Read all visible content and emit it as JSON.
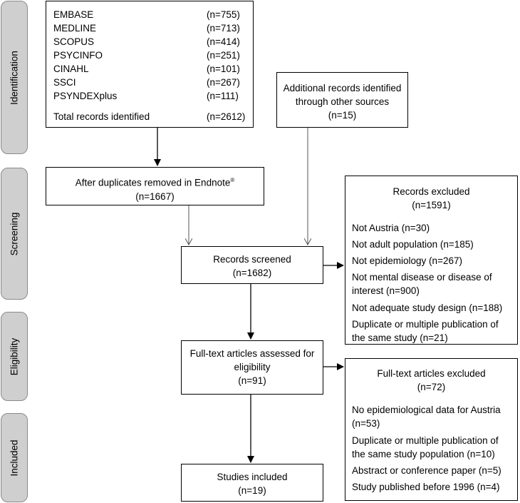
{
  "phases": {
    "identification": "Identification",
    "screening": "Screening",
    "eligibility": "Eligibility",
    "included": "Included"
  },
  "databases": [
    {
      "name": "EMBASE",
      "count": "(n=755)"
    },
    {
      "name": "MEDLINE",
      "count": "(n=713)"
    },
    {
      "name": "SCOPUS",
      "count": "(n=414)"
    },
    {
      "name": "PSYCINFO",
      "count": "(n=251)"
    },
    {
      "name": "CINAHL",
      "count": "(n=101)"
    },
    {
      "name": "SSCI",
      "count": "(n=267)"
    },
    {
      "name": "PSYNDEXplus",
      "count": "(n=111)"
    }
  ],
  "total": {
    "label": "Total records identified",
    "count": "(n=2612)"
  },
  "additional": {
    "line1": "Additional records identified",
    "line2": "through other sources",
    "count": "(n=15)"
  },
  "duplicates": {
    "text": "After duplicates removed in Endnote",
    "mark": "®",
    "count": "(n=1667)"
  },
  "screened": {
    "title": "Records screened",
    "count": "(n=1682)"
  },
  "records_excluded": {
    "title": "Records excluded",
    "count": "(n=1591)",
    "reasons": [
      "Not Austria (n=30)",
      "Not adult population (n=185)",
      "Not epidemiology (n=267)",
      "Not mental disease or disease of",
      "interest (n=900)",
      "Not adequate study design (n=188)",
      "Duplicate or multiple publication of",
      "the same study (n=21)"
    ]
  },
  "fulltext": {
    "line1": "Full-text articles assessed for",
    "line2": "eligibility",
    "count": "(n=91)"
  },
  "fulltext_excluded": {
    "title": "Full-text articles excluded",
    "count": "(n=72)",
    "reasons": [
      "No epidemiological data for Austria",
      "(n=53)",
      "Duplicate or multiple publication of",
      "the same study population (n=10)",
      "Abstract or conference paper (n=5)",
      "Study published before 1996 (n=4)"
    ]
  },
  "included": {
    "title": "Studies included",
    "count": "(n=19)"
  }
}
